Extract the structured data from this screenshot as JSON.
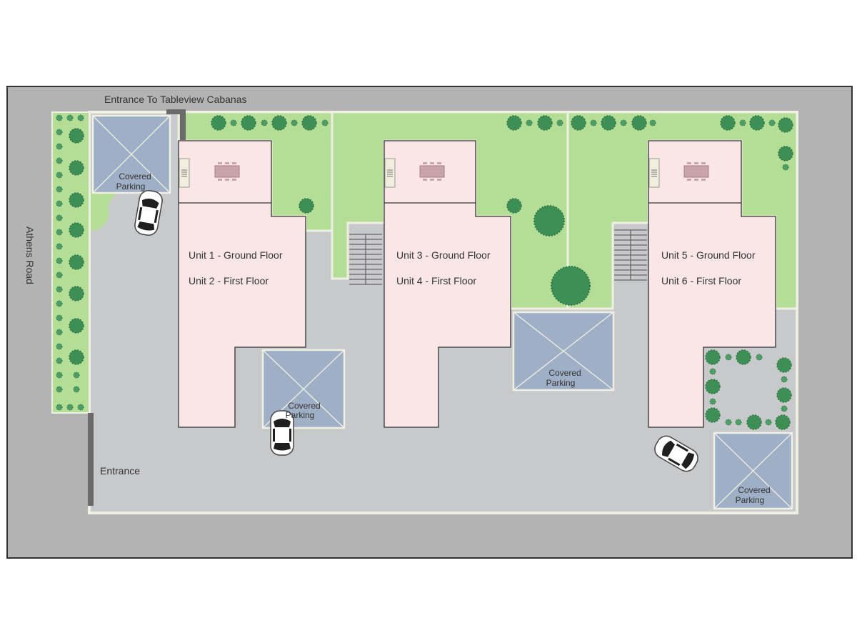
{
  "labels": {
    "entrance_top": "Entrance To Tableview Cabanas",
    "road": "Athens Road",
    "entrance_left": "Entrance"
  },
  "units": [
    {
      "ground": "Unit 1 - Ground Floor",
      "first": "Unit 2 - First Floor"
    },
    {
      "ground": "Unit 3 - Ground Floor",
      "first": "Unit 4 - First Floor"
    },
    {
      "ground": "Unit 5 - Ground Floor",
      "first": "Unit 6 - First Floor"
    }
  ],
  "parking": [
    {
      "line1": "Covered",
      "line2": "Parking"
    },
    {
      "line1": "Covered",
      "line2": "Parking"
    },
    {
      "line1": "Covered",
      "line2": "Parking"
    },
    {
      "line1": "Covered",
      "line2": "Parking"
    }
  ],
  "colors": {
    "road": "#b3b3b3",
    "paving": "#c8c9cb",
    "lawn": "#b4dd96",
    "tree": "#3d8f56",
    "building": "#fae6e6",
    "carport": "#9fb0c6",
    "wall": "#6b6b6b",
    "boundary": "#efefe3"
  }
}
